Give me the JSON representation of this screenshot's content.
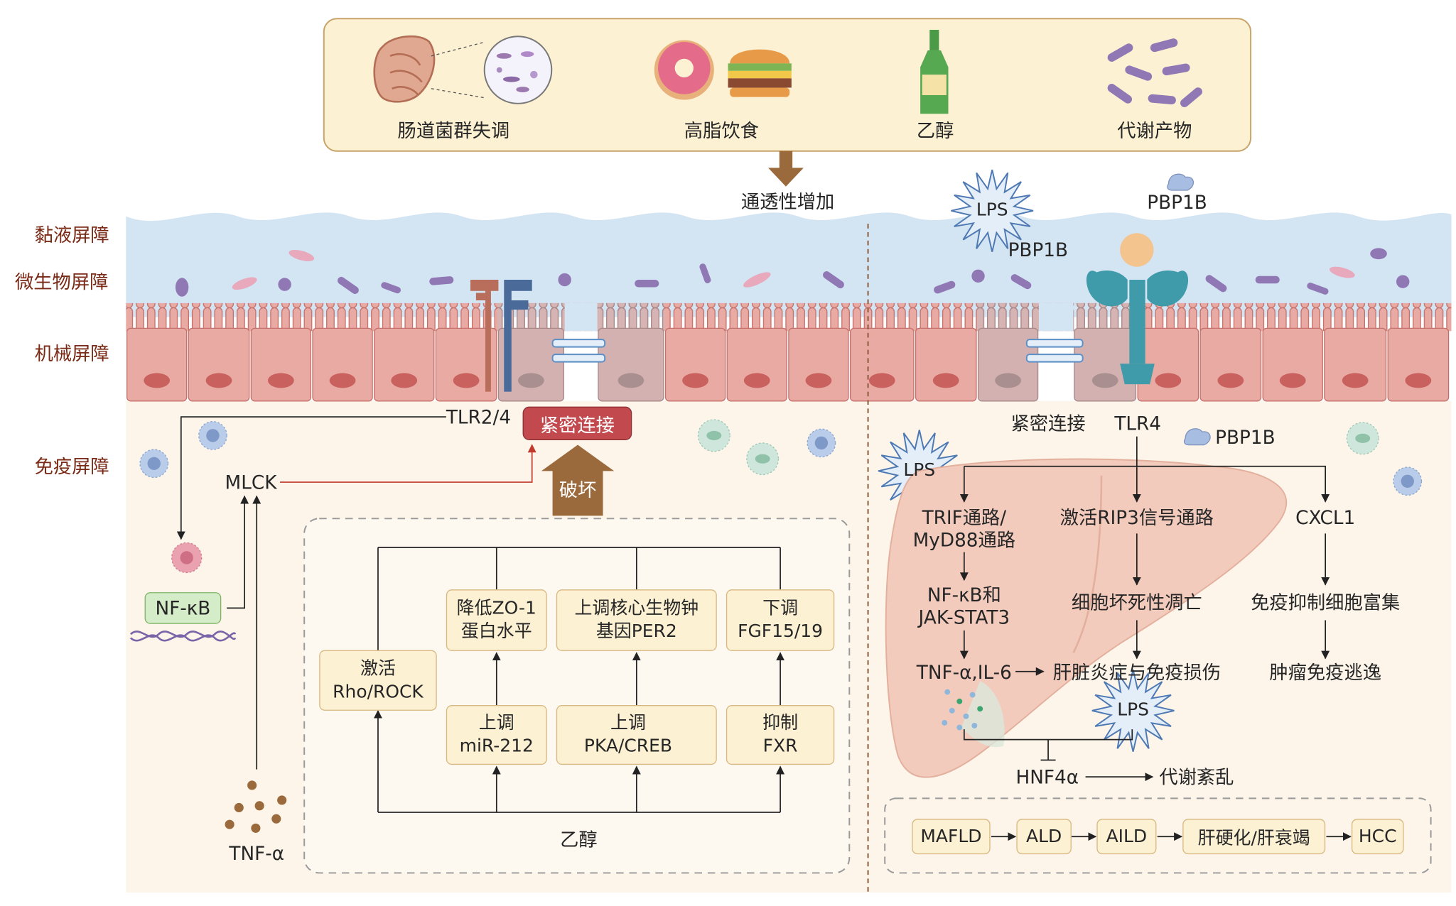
{
  "factors": {
    "items": [
      {
        "label": "肠道菌群失调",
        "icon": "intestine-microbe-icon"
      },
      {
        "label": "高脂饮食",
        "icon": "donut-burger-icon"
      },
      {
        "label": "乙醇",
        "icon": "beer-bottle-icon"
      },
      {
        "label": "代谢产物",
        "icon": "metabolite-icon"
      }
    ],
    "arrow_label": "通透性增加"
  },
  "barriers": {
    "mucus": "黏液屏障",
    "microbial": "微生物屏障",
    "mechanical": "机械屏障",
    "immune": "免疫屏障"
  },
  "left": {
    "tlr": "TLR2/4",
    "tight_junction": "紧密连接",
    "mlck": "MLCK",
    "nfkb": "NF-κB",
    "tnf": "TNF-α",
    "destroy": "破坏",
    "ethanol": "乙醇",
    "rho": [
      "激活",
      "Rho/ROCK"
    ],
    "zo1": [
      "降低ZO-1",
      "蛋白水平"
    ],
    "per2": [
      "上调核心生物钟",
      "基因PER2"
    ],
    "fgf": [
      "下调",
      "FGF15/19"
    ],
    "mir": [
      "上调",
      "miR-212"
    ],
    "pka": [
      "上调",
      "PKA/CREB"
    ],
    "fxr": [
      "抑制",
      "FXR"
    ]
  },
  "right": {
    "lps": "LPS",
    "pbp_top": "PBP1B",
    "pbp_mid": "PBP1B",
    "pbp_low": "PBP1B",
    "tight_junction": "紧密连接",
    "tlr4": "TLR4",
    "trif": [
      "TRIF通路/",
      "MyD88通路"
    ],
    "rip3": "激活RIP3信号通路",
    "cxcl1": "CXCL1",
    "nfkb_jak": [
      "NF-κB和",
      "JAK-STAT3"
    ],
    "necro": "细胞坏死性凋亡",
    "immune_sup": "免疫抑制细胞富集",
    "tnf_il6": "TNF-α,IL-6",
    "liver_inflam": "肝脏炎症与免疫损伤",
    "tumor_escape": "肿瘤免疫逃逸",
    "hnf4a": "HNF4α",
    "metabolic": "代谢紊乱",
    "progression": [
      "MAFLD",
      "ALD",
      "AILD",
      "肝硬化/肝衰竭",
      "HCC"
    ]
  },
  "colors": {
    "box_fill": "#fdf1d4",
    "box_border": "#d8b880",
    "tight_junction_box": "#c24a4f",
    "arrow_brown": "#9b6a3c",
    "red_line": "#c0392b",
    "cell_fill": "#eaaaa4",
    "mucus_blue": "#d3e4f3",
    "liver": "#f2cbbd",
    "barrier_label": "#7a2a16"
  }
}
